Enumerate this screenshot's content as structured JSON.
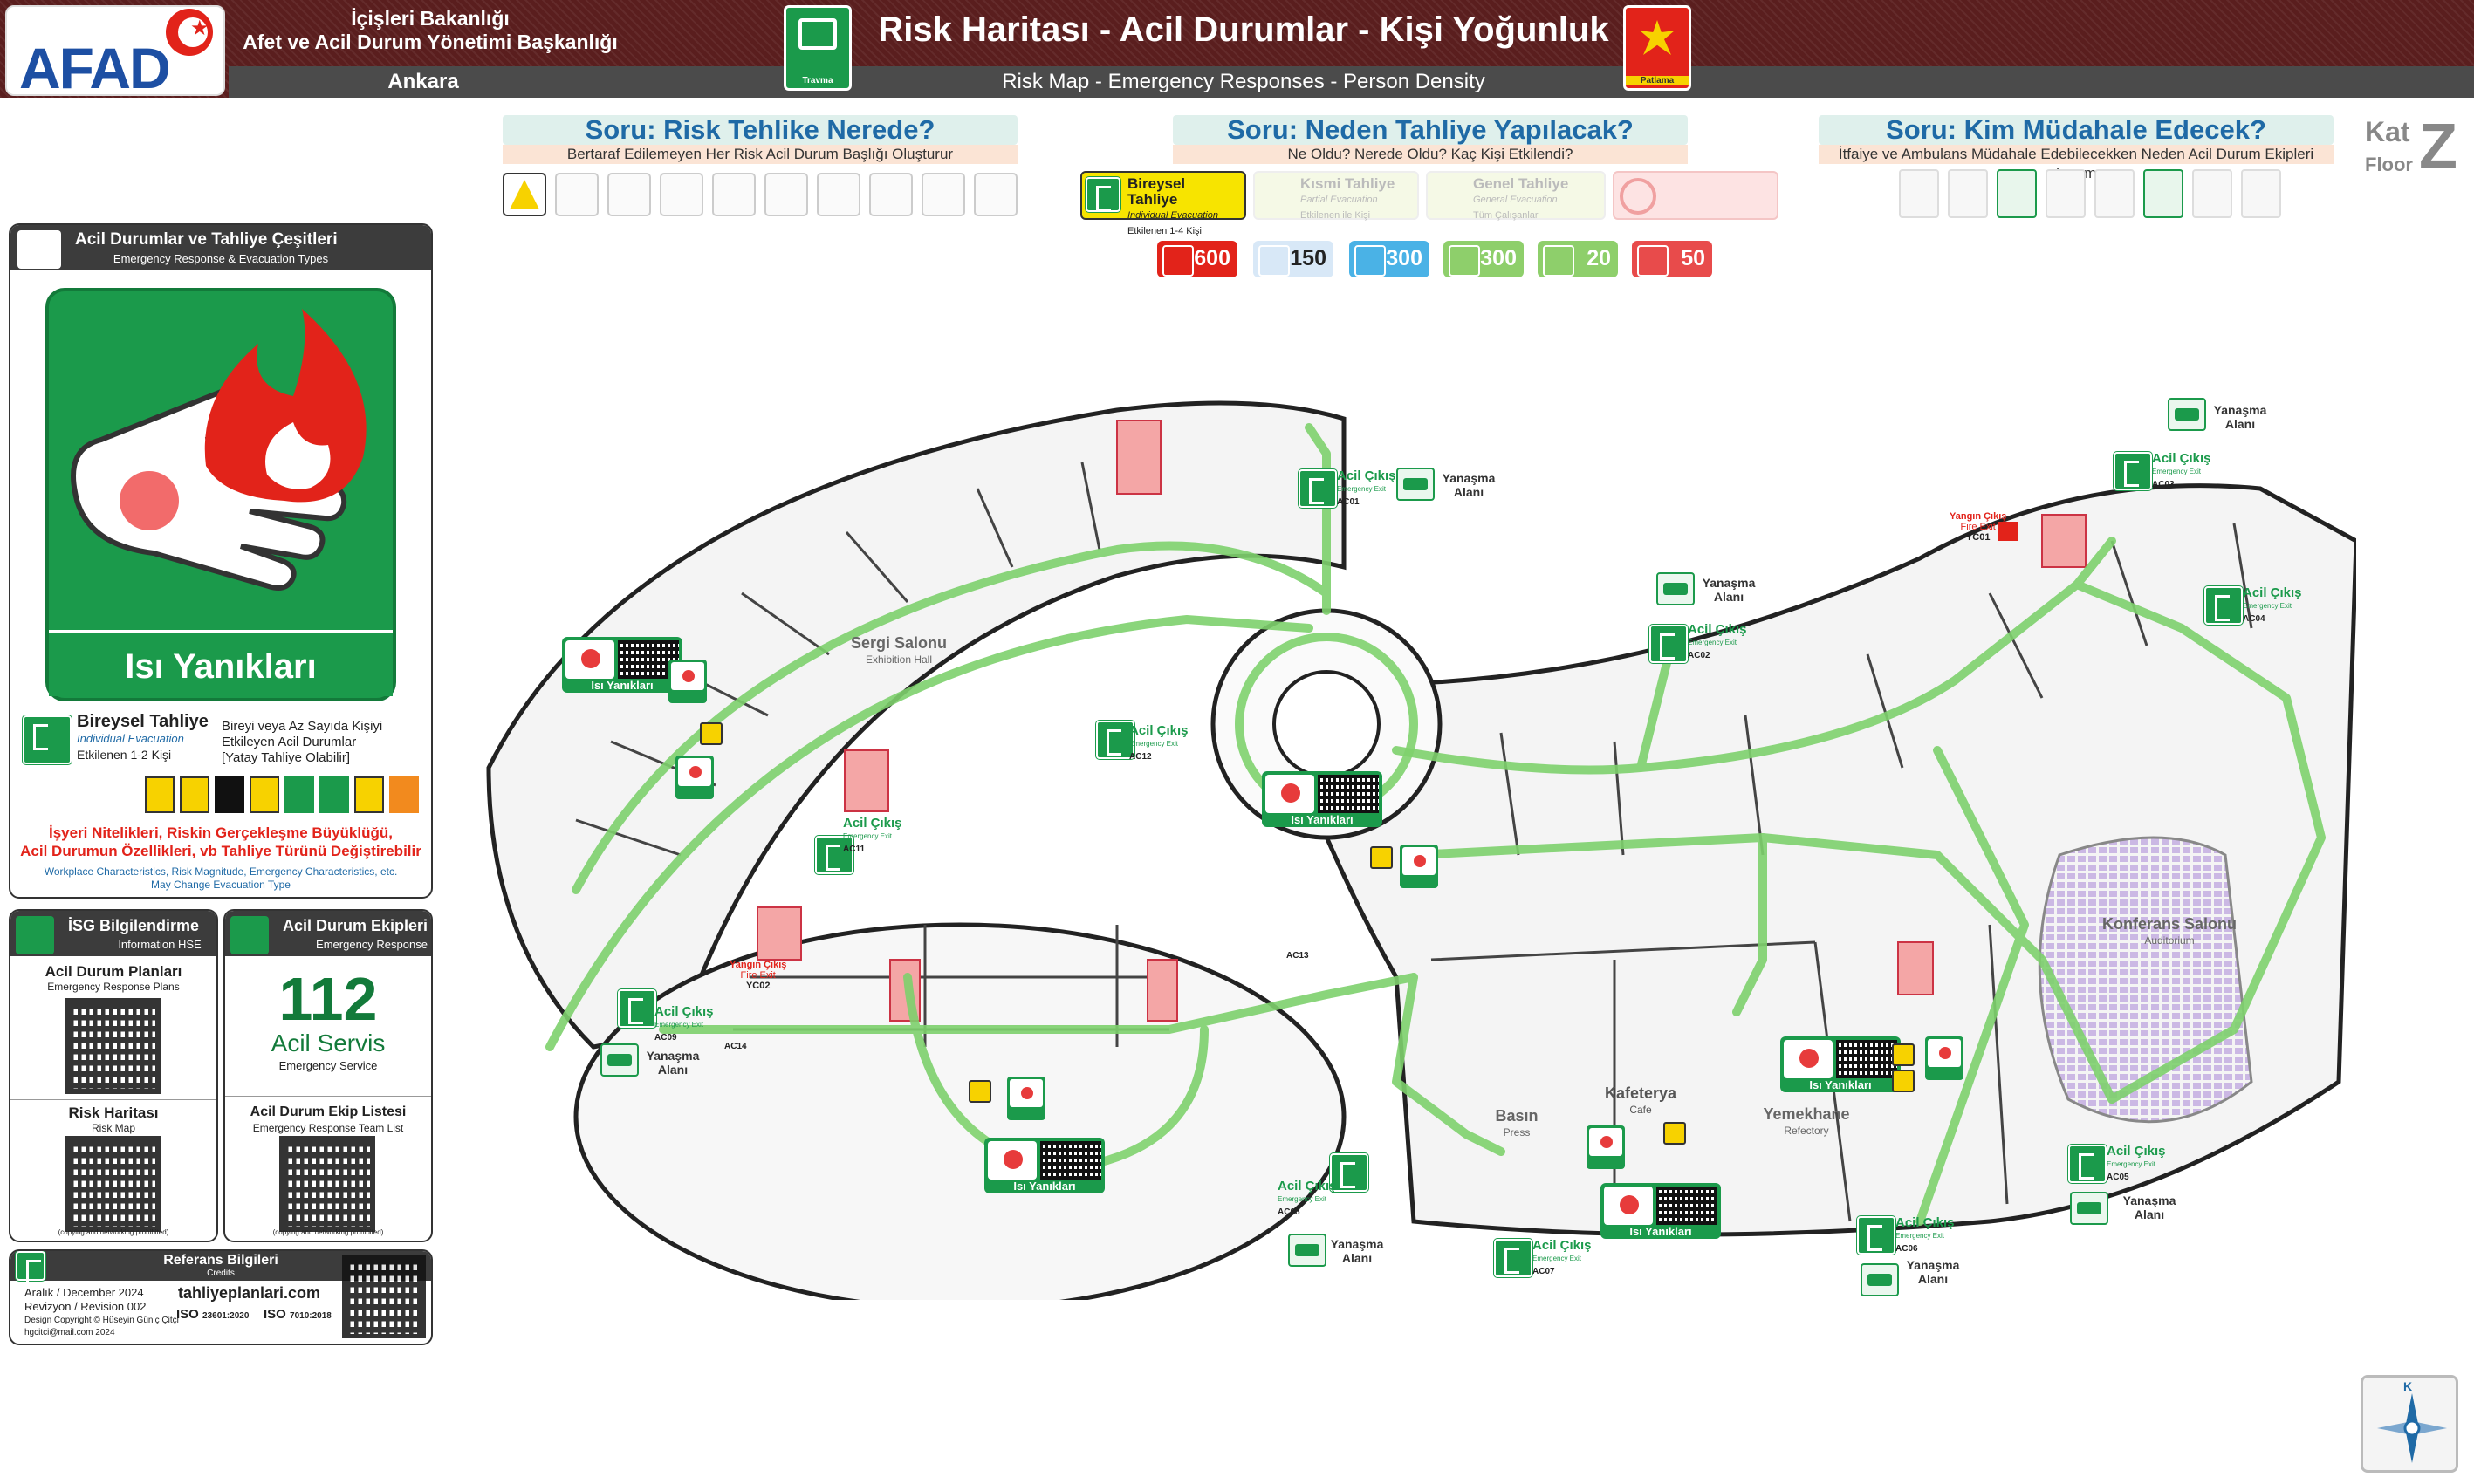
{
  "header": {
    "logo_text": "AFAD",
    "ministry_line1": "İçişleri Bakanlığı",
    "ministry_line2": "Afet ve Acil Durum Yönetimi Başkanlığı",
    "city": "Ankara",
    "title": "Risk Haritası - Acil Durumlar - Kişi Yoğunluk",
    "subtitle": "Risk Map - Emergency Responses - Person Density",
    "left_icon_label": "Travma",
    "right_icon_label": "Patlama"
  },
  "questions": [
    {
      "title": "Soru: Risk Tehlike Nerede?",
      "sub": "Bertaraf Edilemeyen Her Risk Acil Durum Başlığı Oluşturur"
    },
    {
      "title": "Soru: Neden Tahliye Yapılacak?",
      "sub": "Ne Oldu? Nerede Oldu? Kaç Kişi Etkilendi?"
    },
    {
      "title": "Soru: Kim Müdahale Edecek?",
      "sub": "İtfaiye ve Ambulans Müdahale Edebilecekken Neden Acil Durum Ekipleri Lazım"
    }
  ],
  "evacuation_types": [
    {
      "name": "Bireysel Tahliye",
      "en": "Individual Evacuation",
      "sub": "Etkilenen 1-4 Kişi",
      "active": true
    },
    {
      "name": "Kısmi Tahliye",
      "en": "Partial Evacuation",
      "sub": "Etkilenen ile Kişi",
      "active": false
    },
    {
      "name": "Genel Tahliye",
      "en": "General Evacuation",
      "sub": "Tüm Çalışanlar",
      "active": false
    }
  ],
  "counts": [
    {
      "value": "600",
      "color": "#e2231a"
    },
    {
      "value": "150",
      "color": "#d8e8f7"
    },
    {
      "value": "300",
      "color": "#4ab2e6"
    },
    {
      "value": "300",
      "color": "#8ecf6b"
    },
    {
      "value": "20",
      "color": "#8ecf6b"
    },
    {
      "value": "50",
      "color": "#e84b4b"
    }
  ],
  "floor": {
    "kat": "Kat",
    "floor": "Floor",
    "letter": "Z"
  },
  "left_panel": {
    "title": "Acil Durumlar ve Tahliye Çeşitleri",
    "subtitle": "Emergency Response & Evacuation Types",
    "hazard_name": "Isı Yanıkları",
    "evac_name": "Bireysel Tahliye",
    "evac_en": "Individual Evacuation",
    "evac_affected": "Etkilenen 1-2 Kişi",
    "evac_desc1": "Bireyi veya Az Sayıda Kişiyi",
    "evac_desc2": "Etkileyen Acil Durumlar",
    "evac_desc3": "[Yatay Tahliye Olabilir]",
    "warn1": "İşyeri Nitelikleri, Riskin Gerçekleşme Büyüklüğü,",
    "warn2": "Acil Durumun Özellikleri, vb Tahliye Türünü Değiştirebilir",
    "warn_en1": "Workplace Characteristics, Risk Magnitude, Emergency Characteristics, etc.",
    "warn_en2": "May Change Evacuation Type"
  },
  "isg": {
    "title": "İSG Bilgilendirme",
    "subtitle": "Information HSE",
    "item1": "Acil Durum Planları",
    "item1_en": "Emergency Response Plans",
    "item2": "Risk Haritası",
    "item2_en": "Risk Map",
    "footnote": "(copying and networking prohibited)"
  },
  "team": {
    "title": "Acil Durum Ekipleri",
    "subtitle": "Emergency Response Team",
    "number": "112",
    "service": "Acil Servis",
    "service_en": "Emergency Service",
    "list": "Acil Durum Ekip Listesi",
    "list_en": "Emergency Response Team List",
    "footnote": "(copying and networking prohibited)"
  },
  "credits": {
    "title": "Referans Bilgileri",
    "subtitle": "Credits",
    "date": "Aralık / December 2024",
    "revision": "Revizyon / Revision  002",
    "design": "Design Copyright © Hüseyin Güniç Çitçi",
    "email": "hgcitci@mail.com 2024",
    "site": "tahliyeplanlari.com",
    "iso1": "23601:2020",
    "iso2": "7010:2018"
  },
  "map": {
    "rooms": [
      {
        "name": "Sergi Salonu",
        "en": "Exhibition Hall"
      },
      {
        "name": "Konferans Salonu",
        "en": "Auditorium"
      },
      {
        "name": "Basın",
        "en": "Press"
      },
      {
        "name": "Kafeterya",
        "en": "Cafe"
      },
      {
        "name": "Yemekhane",
        "en": "Refectory"
      }
    ],
    "exits": [
      {
        "code": "AC01"
      },
      {
        "code": "AC02"
      },
      {
        "code": "AC03"
      },
      {
        "code": "AC04"
      },
      {
        "code": "AC05"
      },
      {
        "code": "AC06"
      },
      {
        "code": "AC07"
      },
      {
        "code": "AC08"
      },
      {
        "code": "AC09"
      },
      {
        "code": "AC11"
      },
      {
        "code": "AC12"
      },
      {
        "code": "AC13"
      },
      {
        "code": "AC14"
      }
    ],
    "exit_label": "Acil Çıkış",
    "exit_label_en": "Emergency Exit",
    "assembly_label": "Yanaşma Alanı",
    "fire_exits": [
      {
        "code": "YC01"
      },
      {
        "code": "YC02"
      }
    ],
    "fire_exit_label": "Yangın Çıkış",
    "fire_exit_en": "Fire Exit",
    "hazard_label": "Isı Yanıkları"
  },
  "compass": {
    "n": "K"
  }
}
